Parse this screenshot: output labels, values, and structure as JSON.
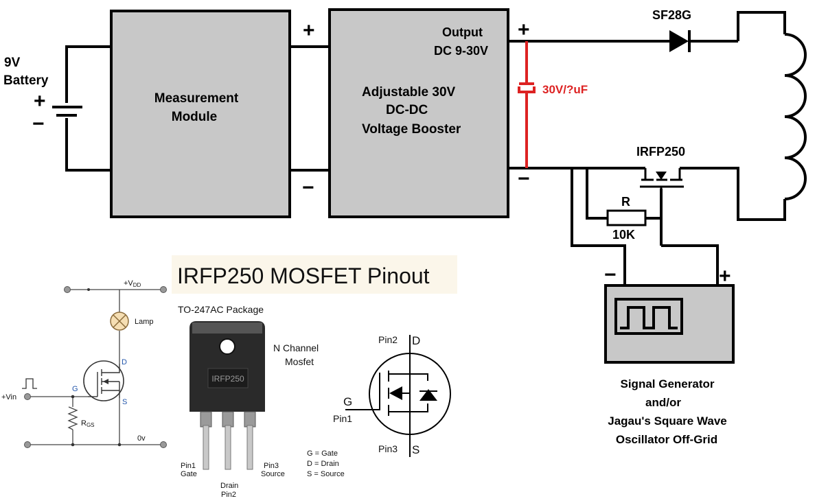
{
  "battery": {
    "label_line1": "9V",
    "label_line2": "Battery",
    "plus": "+",
    "minus": "−"
  },
  "measurement_module": {
    "line1": "Measurement",
    "line2": "Module"
  },
  "booster": {
    "line1": "Adjustable 30V",
    "line2": "DC-DC",
    "line3": "Voltage Booster",
    "in_plus": "+",
    "in_minus": "−"
  },
  "output": {
    "line1": "Output",
    "line2": "DC 9-30V",
    "plus": "+",
    "minus": "−"
  },
  "capacitor": {
    "label": "30V/?uF",
    "color": "#dd2222"
  },
  "diode": {
    "label": "SF28G"
  },
  "mosfet": {
    "label": "IRFP250"
  },
  "resistor": {
    "name": "R",
    "value": "10K"
  },
  "signal_generator": {
    "minus": "−",
    "plus": "+",
    "line1": "Signal Generator",
    "line2": "and/or",
    "line3": "Jagau's Square Wave",
    "line4": "Oscillator Off-Grid"
  },
  "switch_circuit": {
    "vdd": "+V",
    "vdd_sub": "DD",
    "lamp": "Lamp",
    "d": "D",
    "g": "G",
    "s": "S",
    "vin": "+Vin",
    "rgs": "R",
    "rgs_sub": "GS",
    "zero_v": "0v"
  },
  "pinout": {
    "title": "IRFP250 MOSFET Pinout",
    "package": "TO-247AC Package",
    "chip_label": "IRFP250",
    "n_channel_line1": "N Channel",
    "n_channel_line2": "Mosfet",
    "pin1_line1": "Pin1",
    "pin1_line2": "Gate",
    "pin2_line1": "Drain",
    "pin2_line2": "Pin2",
    "pin3_line1": "Pin3",
    "pin3_line2": "Source",
    "legend_g": "G = Gate",
    "legend_d": "D = Drain",
    "legend_s": "S = Source",
    "sym_pin2": "Pin2",
    "sym_d": "D",
    "sym_g": "G",
    "sym_pin1": "Pin1",
    "sym_pin3": "Pin3",
    "sym_s": "S"
  }
}
